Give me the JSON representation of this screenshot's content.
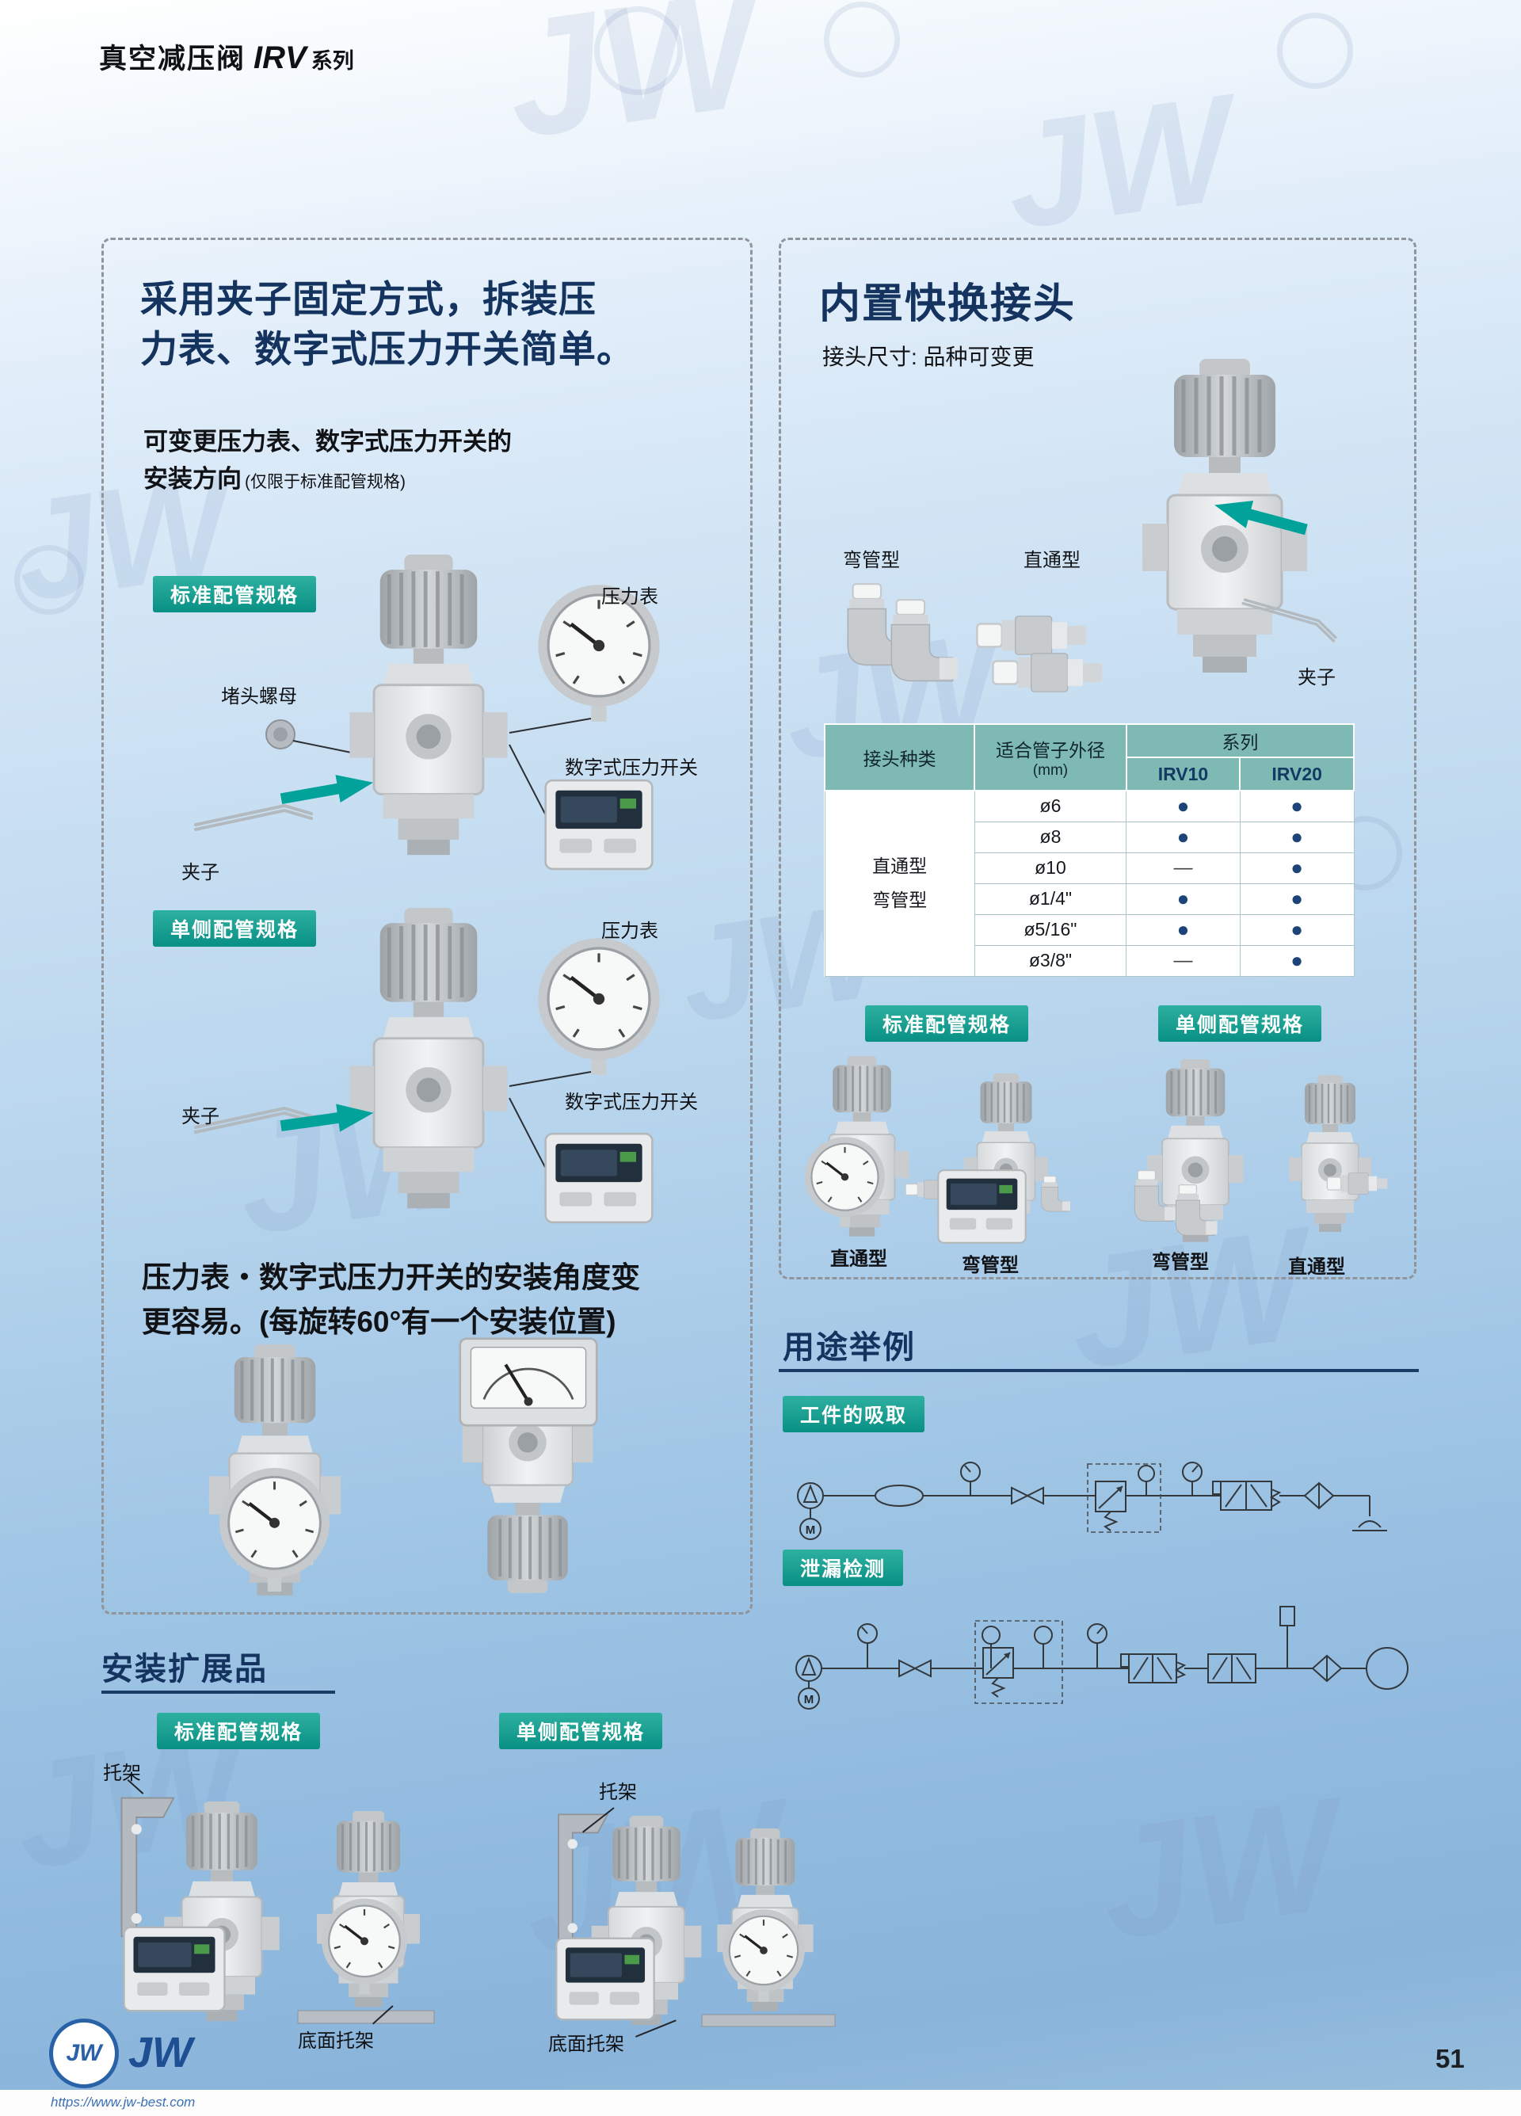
{
  "header": {
    "title": "真空减压阀",
    "series": "IRV",
    "series_suffix": "系列"
  },
  "left_panel": {
    "headline_line1": "采用夹子固定方式，拆装压",
    "headline_line2": "力表、数字式压力开关简单。",
    "sub_line1": "可变更压力表、数字式压力开关的",
    "sub_line2": "安装方向",
    "sub_note": "(仅限于标准配管规格)",
    "badge_standard": "标准配管规格",
    "badge_single": "单侧配管规格",
    "label_gauge_top": "压力表",
    "label_plug_nut": "堵头螺母",
    "label_switch_top": "数字式压力开关",
    "label_clip_top": "夹子",
    "label_gauge_bottom": "压力表",
    "label_clip_bottom": "夹子",
    "label_switch_bottom": "数字式压力开关",
    "angle_line1": "压力表・数字式压力开关的安装角度变",
    "angle_line2": "更容易。(每旋转60°有一个安装位置)"
  },
  "right_panel": {
    "title": "内置快换接头",
    "subtitle": "接头尺寸: 品种可变更",
    "label_elbow": "弯管型",
    "label_straight": "直通型",
    "label_clip": "夹子",
    "table": {
      "header_type": "接头种类",
      "header_od_line1": "适合管子外径",
      "header_od_line2": "(mm)",
      "header_series": "系列",
      "header_irv10": "IRV10",
      "header_irv20": "IRV20",
      "type_line1": "直通型",
      "type_line2": "弯管型",
      "rows": [
        {
          "od": "ø6",
          "irv10": "●",
          "irv20": "●"
        },
        {
          "od": "ø8",
          "irv10": "●",
          "irv20": "●"
        },
        {
          "od": "ø10",
          "irv10": "—",
          "irv20": "●"
        },
        {
          "od": "ø1/4\"",
          "irv10": "●",
          "irv20": "●"
        },
        {
          "od": "ø5/16\"",
          "irv10": "●",
          "irv20": "●"
        },
        {
          "od": "ø3/8\"",
          "irv10": "—",
          "irv20": "●"
        }
      ]
    },
    "badge_standard": "标准配管规格",
    "badge_single": "单侧配管规格",
    "bottom_labels": [
      "直通型",
      "弯管型",
      "弯管型",
      "直通型"
    ]
  },
  "applications": {
    "title": "用途举例",
    "badge_suction": "工件的吸取",
    "badge_leak": "泄漏检测",
    "motor_label": "M"
  },
  "accessories": {
    "title": "安装扩展品",
    "badge_standard": "标准配管规格",
    "badge_single": "单侧配管规格",
    "label_bracket_left": "托架",
    "label_bracket_right": "托架",
    "label_bottom_bracket_left": "底面托架",
    "label_bottom_bracket_right": "底面托架"
  },
  "footer": {
    "page_number": "51",
    "logo_text": "JW",
    "url": "https://www.jw-best.com"
  },
  "watermark": {
    "text": "JW"
  },
  "colors": {
    "badge_teal": "#0d9e8f",
    "arrow_teal": "#00a29a",
    "table_header_teal": "#7fb9b4",
    "dot_navy": "#1d4477",
    "heading_navy": "#14345f",
    "rule_navy": "#1a3c66",
    "watermark_blue": "#7d96be"
  }
}
